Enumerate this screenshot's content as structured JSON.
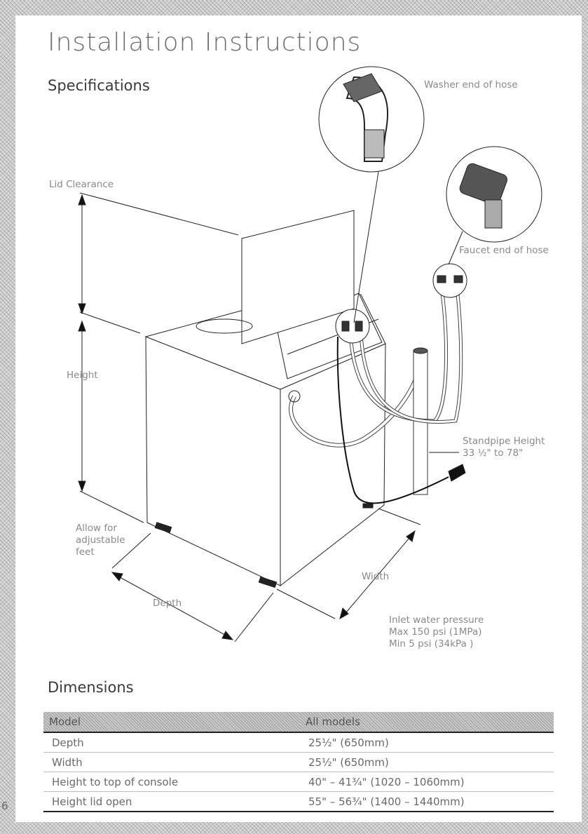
{
  "page": {
    "title": "Installation Instructions",
    "page_number": "6"
  },
  "specifications": {
    "heading": "Specifications",
    "labels": {
      "washer_end": "Washer end of hose",
      "faucet_end": "Faucet end of hose",
      "lid_clearance": "Lid Clearance",
      "height": "Height",
      "standpipe_line1": "Standpipe Height",
      "standpipe_line2": "33 ½\" to 78\"",
      "feet_line1": "Allow for",
      "feet_line2": "adjustable",
      "feet_line3": "feet",
      "width": "Width",
      "depth": "Depth",
      "pressure_line1": "Inlet water pressure",
      "pressure_line2": "Max 150 psi (1MPa)",
      "pressure_line3": "Min 5 psi (34kPa )"
    }
  },
  "dimensions": {
    "heading": "Dimensions",
    "headers": [
      "Model",
      "All models"
    ],
    "rows": [
      [
        "Depth",
        "25½\" (650mm)"
      ],
      [
        "Width",
        "25½\" (650mm)"
      ],
      [
        "Height to top of console",
        "40\" – 41¾\" (1020 – 1060mm)"
      ],
      [
        "Height lid open",
        "55\" – 56¾\" (1400 – 1440mm)"
      ]
    ]
  }
}
